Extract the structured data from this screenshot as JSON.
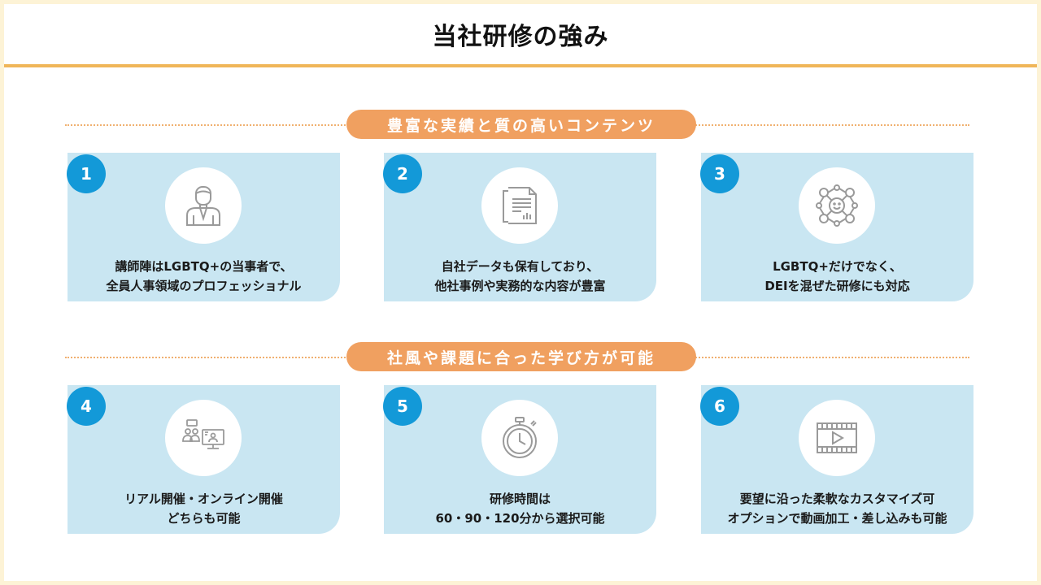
{
  "slide": {
    "title": "当社研修の強み",
    "colors": {
      "accent": "#f0b659",
      "pill": "#f0a060",
      "card": "#c9e6f2",
      "badge": "#1399d8"
    }
  },
  "sections": [
    {
      "label": "豊富な実績と質の高いコンテンツ"
    },
    {
      "label": "社風や課題に合った学び方が可能"
    }
  ],
  "cards": [
    {
      "number": "1",
      "icon": "instructor-icon",
      "line1": "講師陣はLGBTQ+の当事者で、",
      "line2": "全員人事領域のプロフェッショナル"
    },
    {
      "number": "2",
      "icon": "document-data-icon",
      "line1": "自社データも保有しており、",
      "line2": "他社事例や実務的な内容が豊富"
    },
    {
      "number": "3",
      "icon": "diversity-network-icon",
      "line1": "LGBTQ+だけでなく、",
      "line2": "DEIを混ぜた研修にも対応"
    },
    {
      "number": "4",
      "icon": "online-offline-icon",
      "line1": "リアル開催・オンライン開催",
      "line2": "どちらも可能"
    },
    {
      "number": "5",
      "icon": "stopwatch-icon",
      "line1": "研修時間は",
      "line2": "60・90・120分から選択可能"
    },
    {
      "number": "6",
      "icon": "video-film-icon",
      "line1": "要望に沿った柔軟なカスタマイズ可",
      "line2": "オプションで動画加工・差し込みも可能"
    }
  ]
}
